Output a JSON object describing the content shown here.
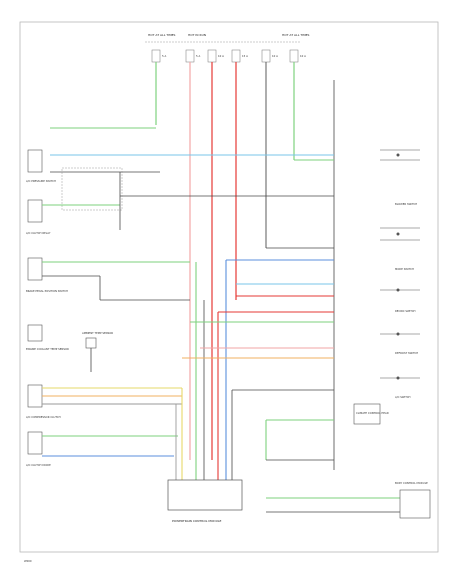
{
  "colors": {
    "frame": "#b8b8b8",
    "black": "#4a4a4a",
    "red": "#e53935",
    "pink": "#f2a6a6",
    "green": "#7ed27e",
    "blue": "#5b8fdc",
    "lightblue": "#79c6e8",
    "yellow": "#e6d86a",
    "orange": "#f0b060",
    "gray": "#9a9a9a"
  },
  "fuses": [
    {
      "id": "f1",
      "label": "5 A"
    },
    {
      "id": "f2",
      "label": "5 A"
    },
    {
      "id": "f3",
      "label": "10 A"
    },
    {
      "id": "f4",
      "label": "15 A"
    },
    {
      "id": "f5",
      "label": "10 A"
    },
    {
      "id": "f6",
      "label": "10 A"
    }
  ],
  "fuse_groups": [
    {
      "id": "g1",
      "label": "HOT AT ALL TIMES"
    },
    {
      "id": "g2",
      "label": "HOT IN RUN"
    },
    {
      "id": "g3",
      "label": "HOT AT ALL TIMES"
    }
  ],
  "components_left": [
    {
      "id": "c1",
      "label": "A/C PRESSURE SWITCH"
    },
    {
      "id": "c2",
      "label": "A/C CLUTCH RELAY"
    },
    {
      "id": "c3",
      "label": "BRAKE PEDAL POSITION SWITCH"
    },
    {
      "id": "c4",
      "label": "ENGINE COOLANT TEMP SENSOR"
    },
    {
      "id": "c5",
      "label": "A/C COMPRESSOR CLUTCH"
    },
    {
      "id": "c6",
      "label": "A/C CLUTCH DIODE"
    }
  ],
  "components_right": [
    {
      "id": "r1",
      "label": "BLOWER SWITCH"
    },
    {
      "id": "r2",
      "label": "MODE SWITCH"
    },
    {
      "id": "r3",
      "label": "RECIRC SWITCH"
    },
    {
      "id": "r4",
      "label": "DEFROST SWITCH"
    },
    {
      "id": "r5",
      "label": "A/C SWITCH"
    },
    {
      "id": "r6",
      "label": "CLIMATE CONTROL HEAD"
    }
  ],
  "pcm": {
    "label": "POWERTRAIN CONTROL MODULE"
  },
  "bottom_right": {
    "label": "BODY CONTROL MODULE"
  },
  "sensor": {
    "label": "AMBIENT TEMP SENSOR"
  },
  "page_code": "W000"
}
